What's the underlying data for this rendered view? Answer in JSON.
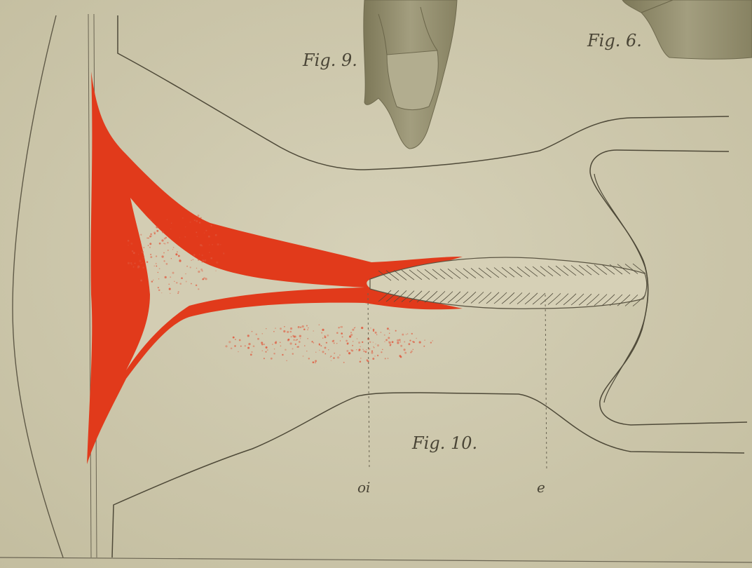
{
  "labels": {
    "fig9": "Fig. 9.",
    "fig6": "Fig. 6.",
    "fig10": "Fig. 10.",
    "marker_oi": "oi",
    "marker_e": "e"
  },
  "colors": {
    "paper": "#cfc9ae",
    "outline": "#56503f",
    "red": "#e23a1c",
    "tissue": "#8f8a6a"
  }
}
